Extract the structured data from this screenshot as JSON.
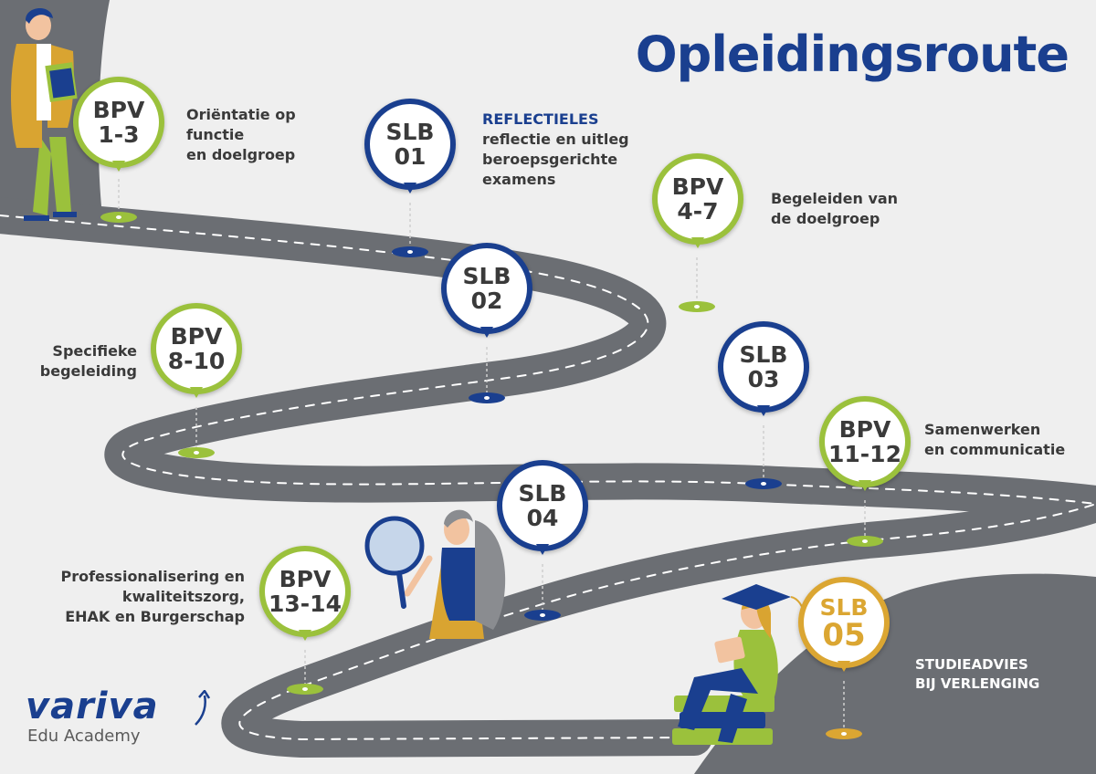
{
  "title": "Opleidingsroute",
  "colors": {
    "route_blue": "#1a3f8f",
    "bpv_green": "#9bc13c",
    "slb_gold": "#dba632",
    "road": "#6b6e73",
    "text": "#3a3a3a"
  },
  "milestones": [
    {
      "code": "BPV",
      "num": "1-3",
      "kind": "BPV",
      "lines": [
        "Oriëntatie op",
        "functie",
        "en doelgroep"
      ]
    },
    {
      "code": "SLB",
      "num": "01",
      "kind": "SLB",
      "heading": "REFLECTIELES",
      "lines": [
        "reflectie en uitleg",
        "beroepsgerichte",
        "examens"
      ]
    },
    {
      "code": "BPV",
      "num": "4-7",
      "kind": "BPV",
      "lines": [
        "Begeleiden van",
        "de doelgroep"
      ]
    },
    {
      "code": "SLB",
      "num": "02",
      "kind": "SLB",
      "lines": []
    },
    {
      "code": "BPV",
      "num": "8-10",
      "kind": "BPV",
      "lines": [
        "Specifieke",
        "begeleiding"
      ]
    },
    {
      "code": "SLB",
      "num": "03",
      "kind": "SLB",
      "lines": []
    },
    {
      "code": "BPV",
      "num": "11-12",
      "kind": "BPV",
      "lines": [
        "Samenwerken",
        "en communicatie"
      ]
    },
    {
      "code": "SLB",
      "num": "04",
      "kind": "SLB",
      "lines": []
    },
    {
      "code": "BPV",
      "num": "13-14",
      "kind": "BPV",
      "lines": [
        "Professionalisering en",
        "kwaliteitszorg,",
        "EHAK en Burgerschap"
      ]
    },
    {
      "code": "SLB",
      "num": "05",
      "kind": "SLB-final",
      "lines": [
        "STUDIEADVIES",
        "BIJ VERLENGING"
      ]
    }
  ],
  "logo": {
    "brand": "variva",
    "sub": "Edu Academy"
  }
}
